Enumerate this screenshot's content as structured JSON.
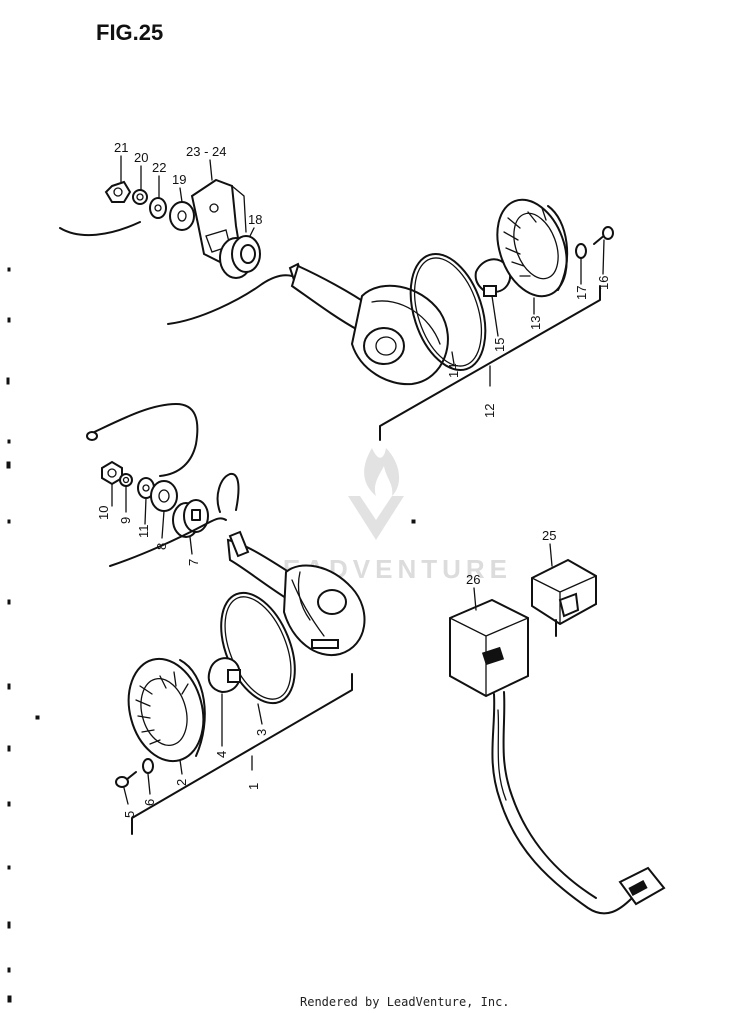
{
  "figure_label": "FIG.25",
  "watermark_text": "LEADVENTURE",
  "footer_text": "Rendered by LeadVenture, Inc.",
  "callouts": {
    "p1": "1",
    "p2": "2",
    "p3": "3",
    "p4": "4",
    "p5": "5",
    "p6": "6",
    "p7": "7",
    "p8": "8",
    "p9": "9",
    "p10": "10",
    "p11": "11",
    "p12": "12",
    "p13": "13",
    "p14": "14",
    "p15": "15",
    "p16": "16",
    "p17": "17",
    "p18": "18",
    "p19": "19",
    "p20": "20",
    "p21": "21",
    "p22": "22",
    "p23_24": "23 - 24",
    "p25": "25",
    "p26": "26"
  },
  "colors": {
    "ink": "#111111",
    "watermark": "#dcdcdc",
    "background": "#ffffff"
  }
}
